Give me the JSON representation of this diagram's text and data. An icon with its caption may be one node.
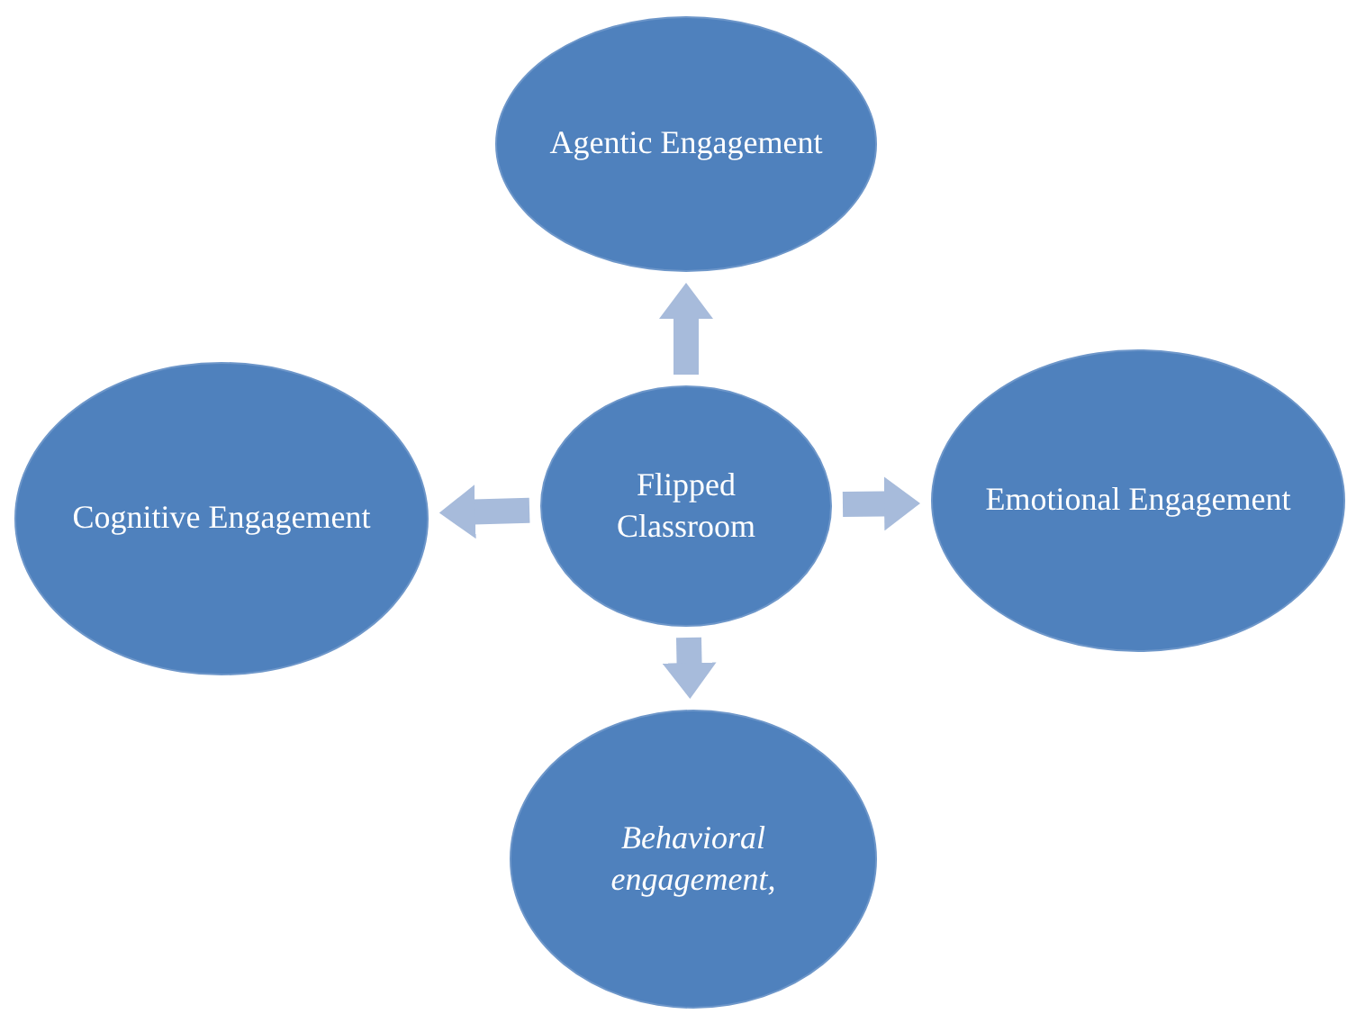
{
  "diagram": {
    "nodes": [
      {
        "text": [
          "Agentic Engagement"
        ]
      },
      {
        "text": [
          "Cognitive Engagement"
        ]
      },
      {
        "text": [
          "Flipped Classroom"
        ]
      },
      {
        "text": [
          "Emotional Engagement"
        ]
      },
      {
        "text": [
          "Behavioral engagement,"
        ]
      }
    ],
    "edges": [
      {
        "from": 2,
        "to": 0,
        "arrow": "to"
      },
      {
        "from": 2,
        "to": 1,
        "arrow": "to"
      },
      {
        "from": 2,
        "to": 3,
        "arrow": "to"
      },
      {
        "from": 2,
        "to": 4,
        "arrow": "to"
      }
    ]
  }
}
